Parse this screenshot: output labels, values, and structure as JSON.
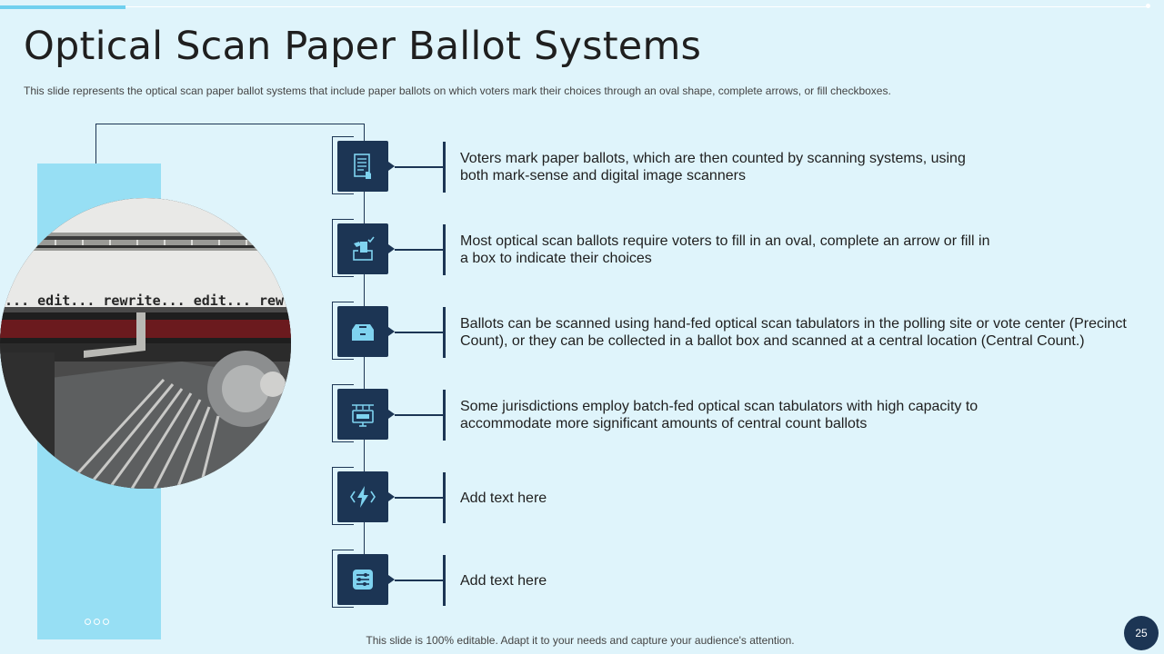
{
  "slide": {
    "title": "Optical Scan Paper Ballot Systems",
    "subtitle": "This slide represents the optical scan paper ballot systems that include paper ballots on which voters mark their choices through an oval shape, complete arrows, or fill checkboxes.",
    "footer": "This slide is 100% editable. Adapt it to your needs and capture your audience's attention.",
    "page_number": "25",
    "photo_text": "e... edit... rewrite... edit... rew"
  },
  "items": [
    {
      "icon": "ballot-document-icon",
      "text": "Voters mark paper ballots, which are then counted by scanning systems, using both mark-sense and digital image scanners"
    },
    {
      "icon": "ballot-box-vote-icon",
      "text": "Most optical scan ballots require voters to fill in an oval, complete an arrow or fill in a box to indicate their choices"
    },
    {
      "icon": "ballot-box-icon",
      "text": "Ballots can be scanned using hand-fed optical scan tabulators in the polling site or vote center (Precinct Count), or they can be collected in a ballot box and scanned at a central location (Central Count.)"
    },
    {
      "icon": "scanner-monitor-icon",
      "text": "Some jurisdictions employ batch-fed optical scan tabulators with high capacity to accommodate more significant amounts of central count ballots"
    },
    {
      "icon": "lightning-bolt-icon",
      "text": "Add text here"
    },
    {
      "icon": "settings-sliders-icon",
      "text": "Add text here"
    }
  ],
  "colors": {
    "background": "#dff4fb",
    "navy": "#1c3554",
    "light_blue": "#97dff4",
    "icon_accent": "#7fd3f0"
  }
}
